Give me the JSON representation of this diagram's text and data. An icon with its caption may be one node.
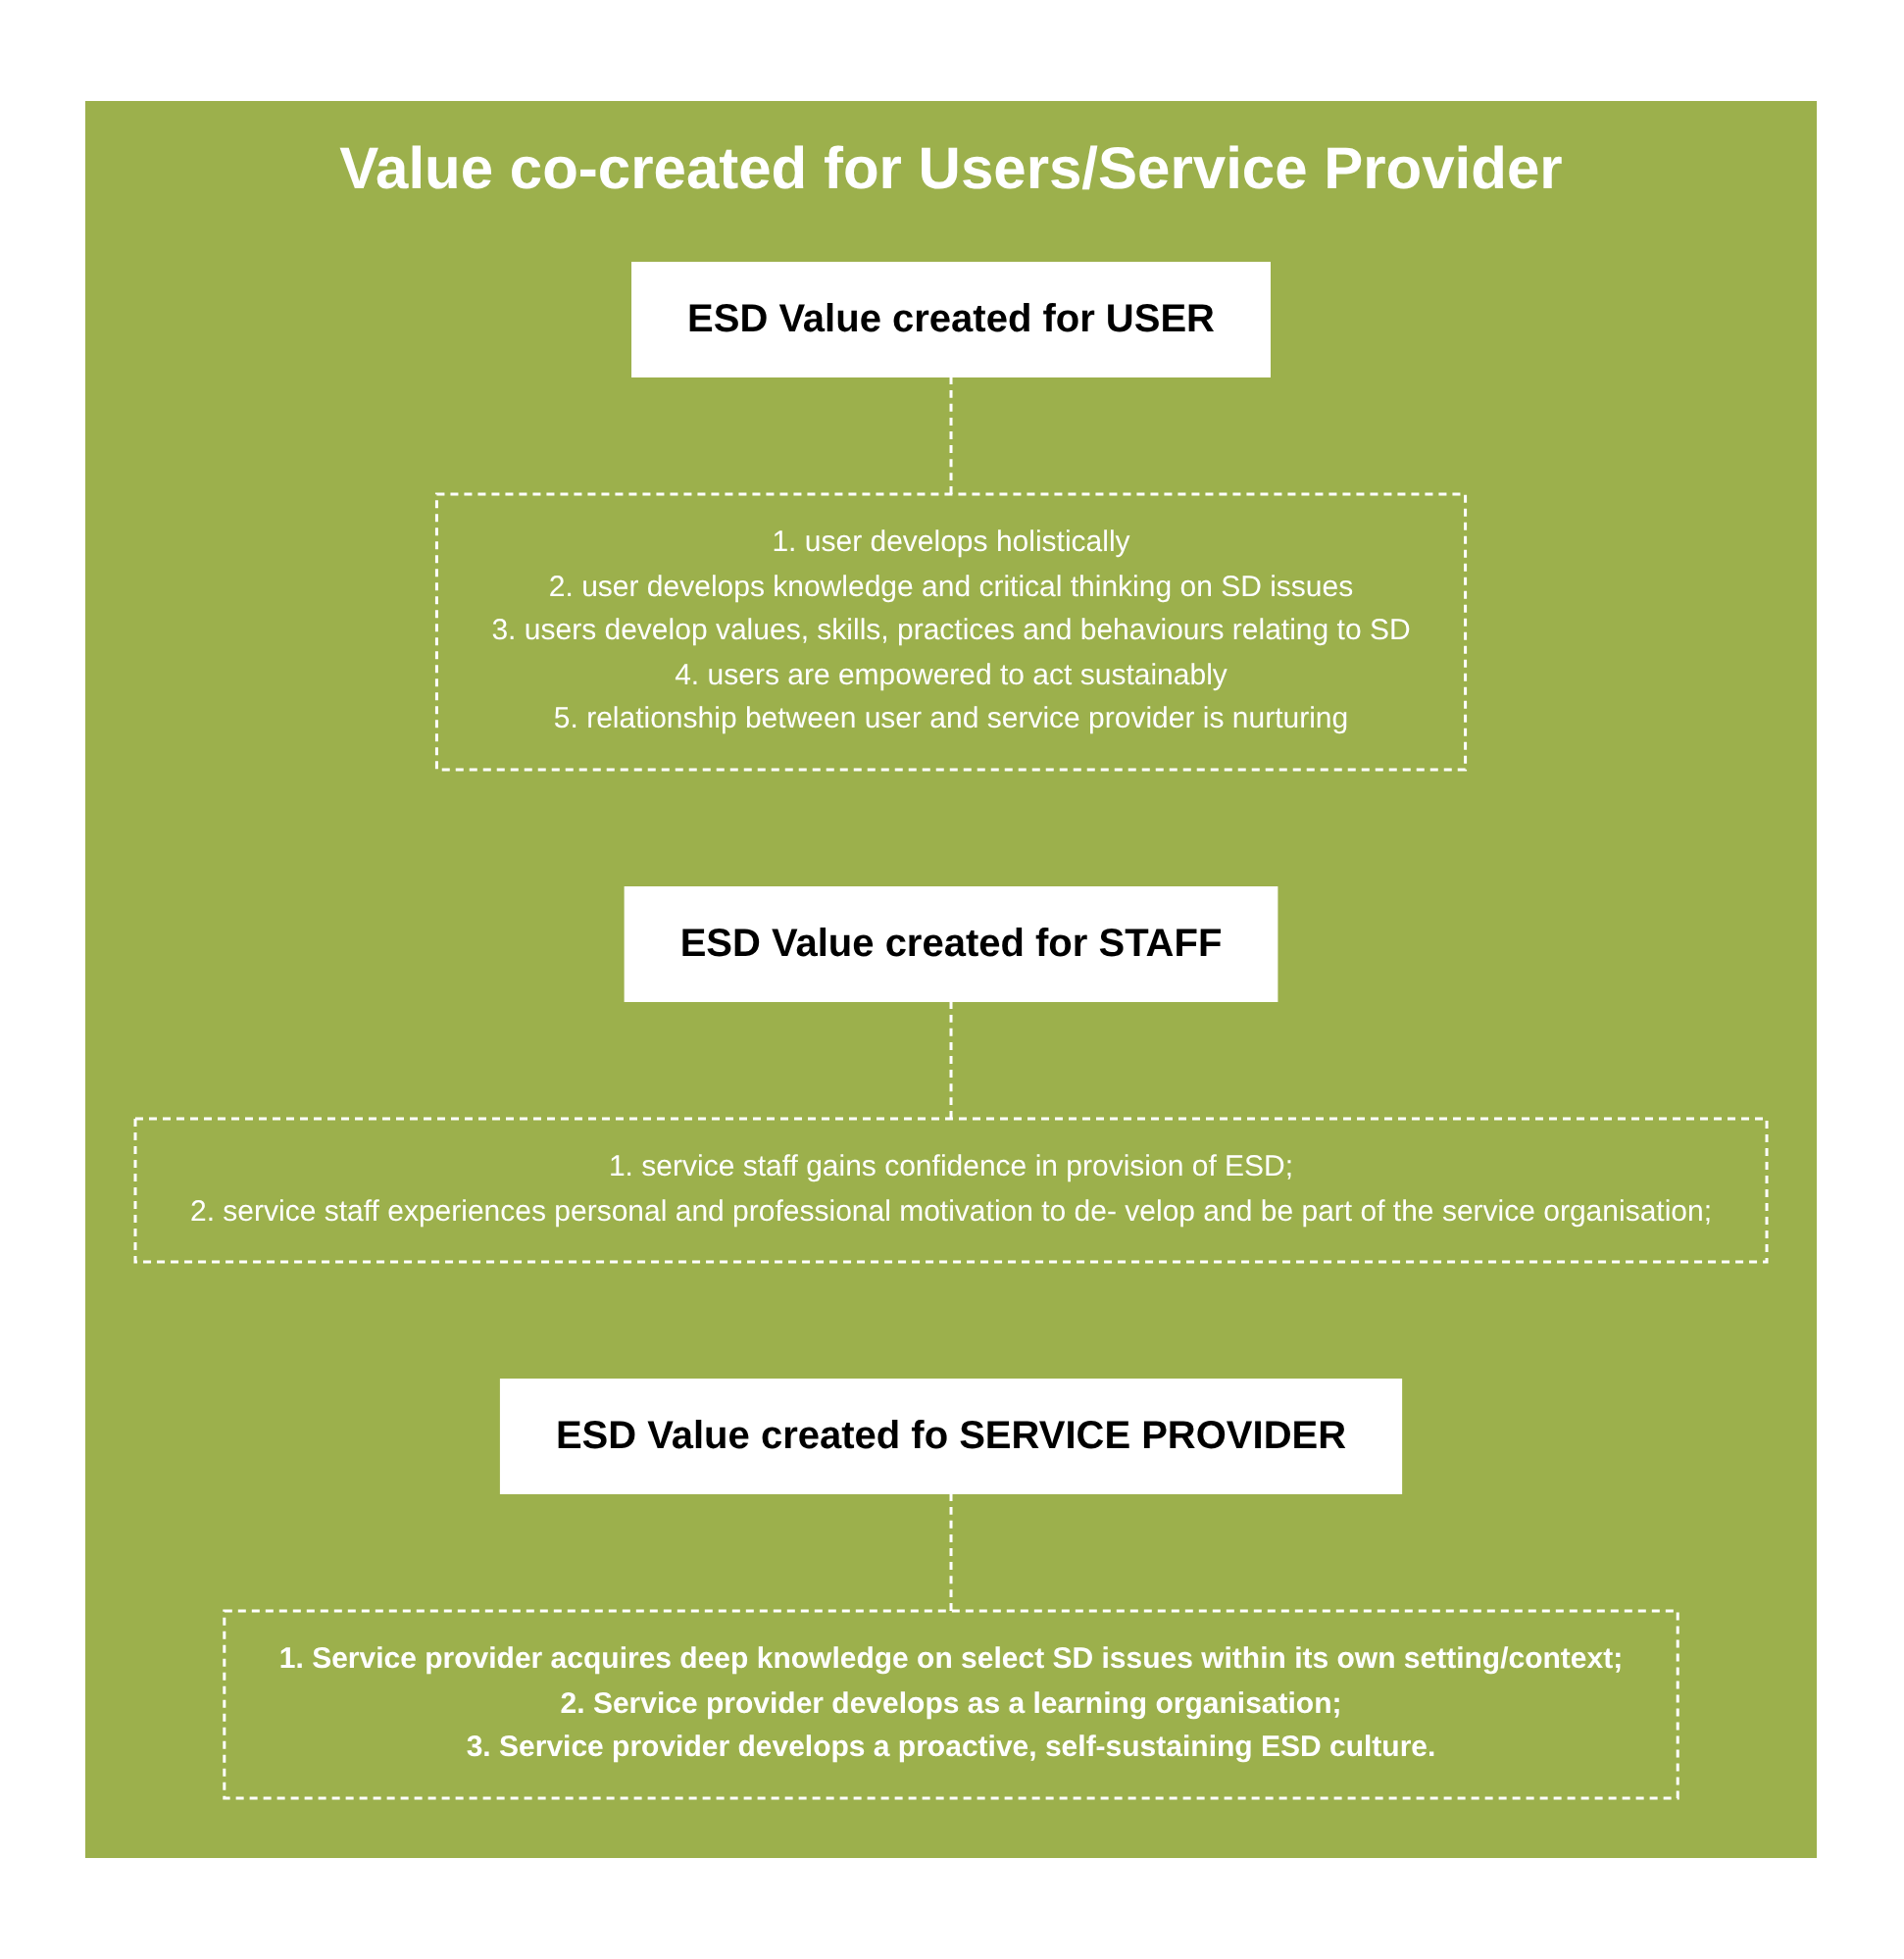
{
  "diagram": {
    "nodes": [
      {
        "text": [
          "Value co-created for Users/Service Provider"
        ]
      },
      {
        "text": [
          "ESD Value created for USER"
        ],
        "in": 0
      },
      {
        "text": [
          "1. user develops holistically",
          "2. user develops knowledge and critical thinking on SD issues",
          "3. users develop values, skills, practices and behaviours relating to SD",
          "4. users are empowered to act sustainably",
          "5. relationship between user and service provider is nurturing"
        ],
        "in": 0
      },
      {
        "text": [
          "ESD Value created for STAFF"
        ],
        "in": 0
      },
      {
        "text": [
          "1. service staff gains confidence in provision of ESD;",
          "2. service staff experiences personal and professional motivation to de- velop and be part of the service organisation;"
        ],
        "in": 0
      },
      {
        "text": [
          "ESD Value created fo SERVICE PROVIDER"
        ],
        "in": 0
      },
      {
        "text": [
          "1. Service provider acquires deep knowledge on select SD issues within its own setting/context;",
          "2. Service provider develops as a learning organisation;",
          "3. Service provider develops a proactive, self-sustaining ESD culture."
        ],
        "in": 0
      }
    ],
    "edges": [
      {
        "from": 1,
        "to": 2,
        "arrow": "none",
        "style": "dashed",
        "color": "#ffffff"
      },
      {
        "from": 3,
        "to": 4,
        "arrow": "none",
        "style": "dashed",
        "color": "#ffffff"
      },
      {
        "from": 5,
        "to": 6,
        "arrow": "none",
        "style": "dashed",
        "color": "#ffffff"
      }
    ]
  }
}
